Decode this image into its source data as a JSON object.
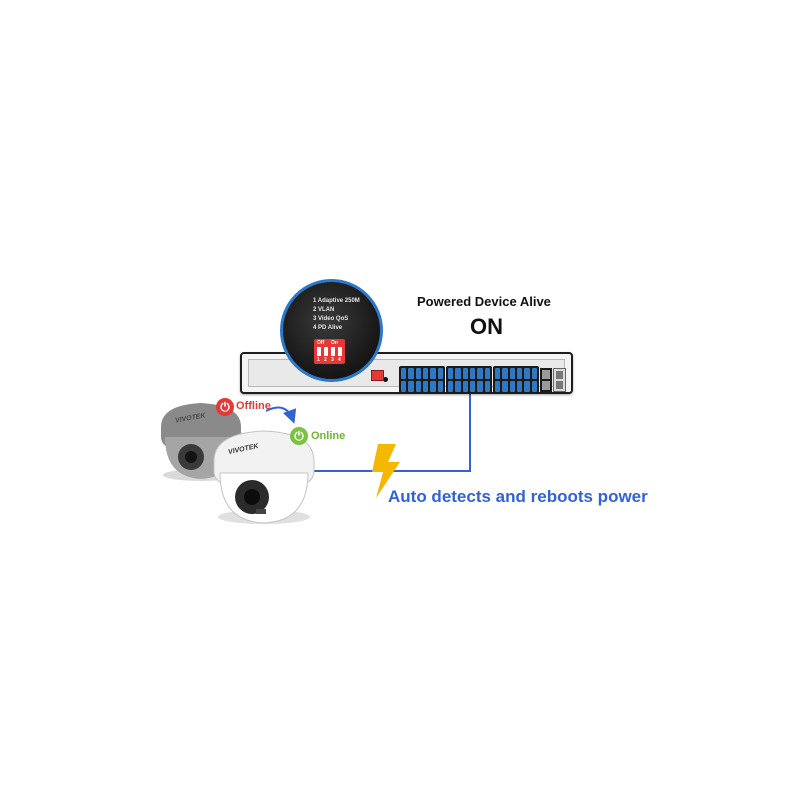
{
  "switch_panel": {
    "dip_settings": {
      "lines": [
        "1 Adaptive 250M",
        "2 VLAN",
        "3 Video QoS",
        "4 PD Alive"
      ],
      "off_label": "Off",
      "on_label": "On",
      "numbers": [
        "1",
        "2",
        "3",
        "4"
      ]
    }
  },
  "feature": {
    "title": "Powered Device Alive",
    "state": "ON"
  },
  "cameras": {
    "brand": "VIVOTEK",
    "offline_label": "Offline",
    "online_label": "Online"
  },
  "caption": "Auto detects and reboots power",
  "colors": {
    "port_blue": "#2f79c4",
    "offline_red": "#e53935",
    "online_green": "#7cc242",
    "link_blue": "#2f63d6",
    "bolt_yellow": "#f5b800"
  },
  "icons": [
    "power-icon",
    "lightning-bolt-icon",
    "curved-arrow-icon"
  ]
}
